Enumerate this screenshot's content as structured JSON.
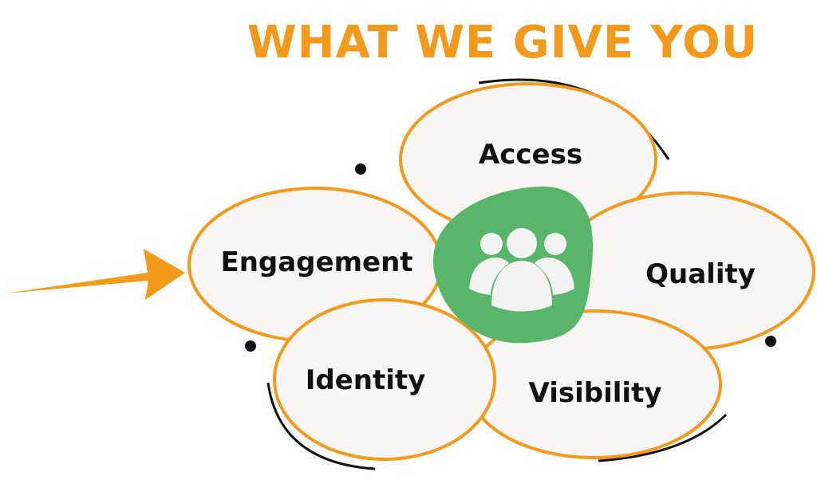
{
  "title": "WHAT WE GIVE YOU",
  "petals": [
    {
      "label": "Access"
    },
    {
      "label": "Engagement"
    },
    {
      "label": "Quality"
    },
    {
      "label": "Identity"
    },
    {
      "label": "Visibility"
    }
  ],
  "center_icon": "group-users-icon",
  "colors": {
    "accent": "#F39A1C",
    "center": "#58B56A",
    "petal_fill": "#F7F6F4",
    "text": "#111111"
  }
}
